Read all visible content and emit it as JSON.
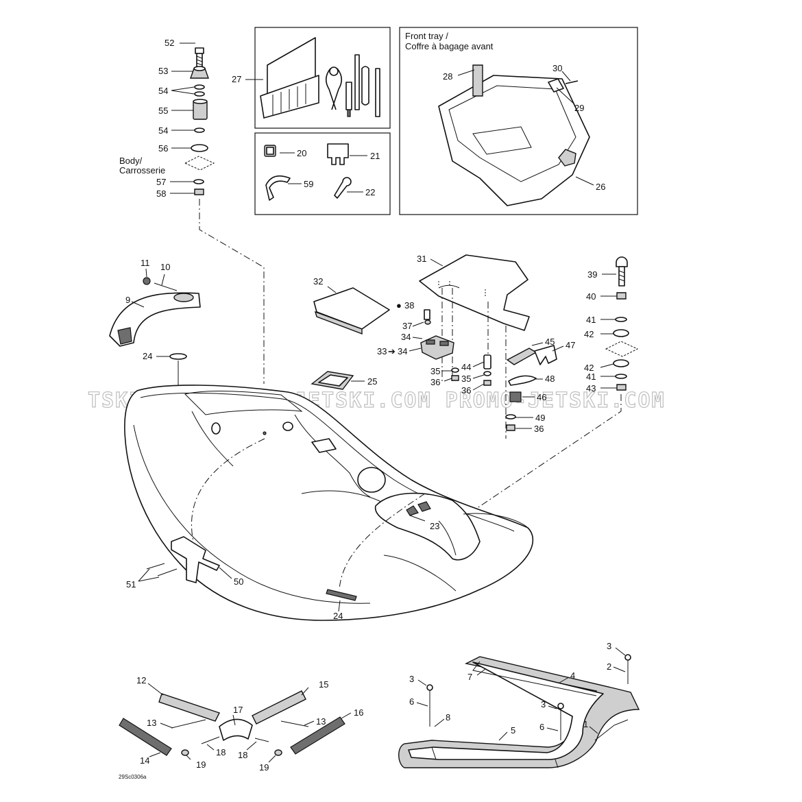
{
  "labels": {
    "p52": "52",
    "p53": "53",
    "p54a": "54",
    "p55": "55",
    "p54b": "54",
    "p56": "56",
    "p57": "57",
    "p58": "58",
    "p27": "27",
    "p20": "20",
    "p21": "21",
    "p59": "59",
    "p22": "22",
    "p28": "28",
    "p30": "30",
    "p29": "29",
    "p26": "26",
    "p11": "11",
    "p10": "10",
    "p9": "9",
    "p24a": "24",
    "p32": "32",
    "p31": "31",
    "p38": "38",
    "p37": "37",
    "p34": "34",
    "p33": "33",
    "p34b": "34",
    "p25": "25",
    "p35a": "35",
    "p36a": "36",
    "p44": "44",
    "p35b": "35",
    "p36b": "36",
    "p45": "45",
    "p47": "47",
    "p48": "48",
    "p46": "46",
    "p49": "49",
    "p36c": "36",
    "p39": "39",
    "p40": "40",
    "p41a": "41",
    "p42a": "42",
    "p42b": "42",
    "p41b": "41",
    "p43": "43",
    "p23": "23",
    "p51": "51",
    "p50": "50",
    "p24b": "24",
    "p12": "12",
    "p15": "15",
    "p17": "17",
    "p13a": "13",
    "p13b": "13",
    "p16": "16",
    "p14": "14",
    "p18a": "18",
    "p18b": "18",
    "p19a": "19",
    "p19b": "19",
    "p3a": "3",
    "p2": "2",
    "p7": "7",
    "p4": "4",
    "p3b": "3",
    "p8": "8",
    "p6a": "6",
    "p3c": "3",
    "p6b": "6",
    "p1": "1",
    "p5": "5"
  },
  "body_label": {
    "line1": "Body/",
    "line2": "Carrosserie"
  },
  "front_tray": {
    "line1": "Front tray /",
    "line2": "Coffre à bagage avant"
  },
  "watermark": "ТSКI.СОМ  РRОМО-JЕТSКI.СОМ  РRОМО-JЕТSКI.СОМ",
  "drawing_code": "29Sc0306a",
  "arrow_symbol": "➔",
  "drop_symbol": "●"
}
